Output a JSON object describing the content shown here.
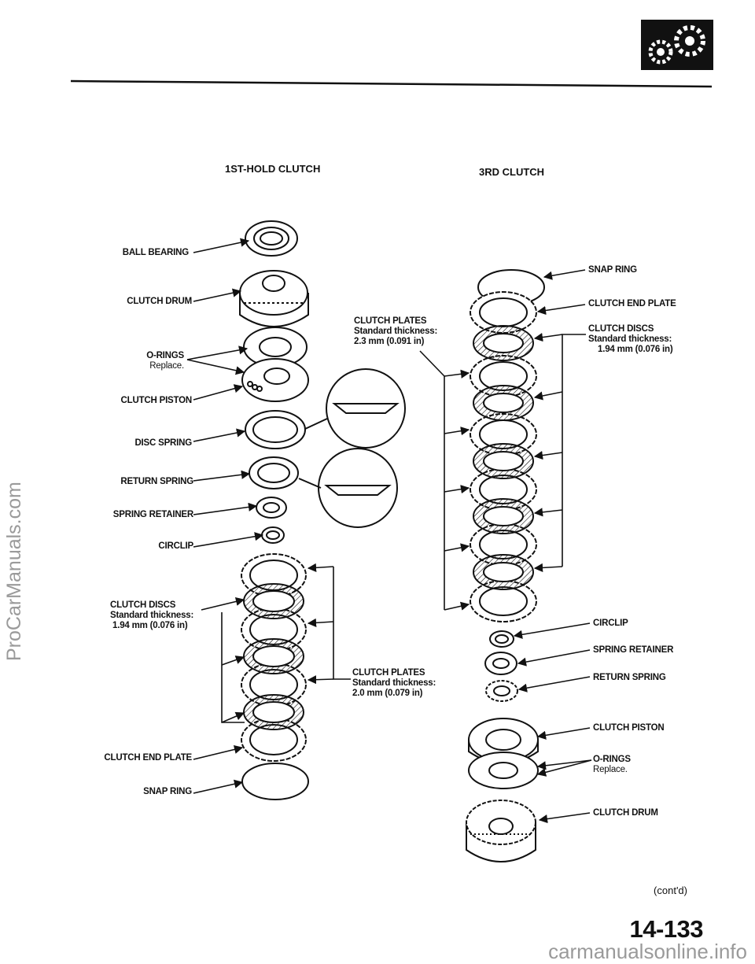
{
  "header": {
    "logo_icon": "gears-icon"
  },
  "sidebar_watermark": "ProCarManuals.com",
  "footer": {
    "watermark": "carmanualsonline.info",
    "contd": "(cont'd)",
    "page_number": "14-133"
  },
  "titles": {
    "first_hold": "1ST-HOLD CLUTCH",
    "third": "3RD  CLUTCH"
  },
  "left_labels": {
    "ball_bearing": "BALL  BEARING",
    "clutch_drum": "CLUTCH  DRUM",
    "o_rings": "O-RINGS",
    "o_rings_note": "Replace.",
    "clutch_piston": "CLUTCH  PISTON",
    "disc_spring": "DISC SPRING",
    "return_spring": "RETURN SPRING",
    "spring_retainer": "SPRING RETAINER",
    "circlip": "CIRCLIP",
    "clutch_discs": "CLUTCH DISCS",
    "clutch_discs_std": "Standard thickness:",
    "clutch_discs_val": "1.94 mm (0.076 in)",
    "clutch_end_plate": "CLUTCH END PLATE",
    "snap_ring": "SNAP  RING"
  },
  "center_labels": {
    "plates_top": "CLUTCH PLATES",
    "plates_top_std": "Standard thickness:",
    "plates_top_val": "2.3 mm (0.091 in)",
    "plates_bottom": "CLUTCH PLATES",
    "plates_bottom_std": "Standard thickness:",
    "plates_bottom_val": "2.0 mm (0.079 in)"
  },
  "right_labels": {
    "snap_ring": "SNAP RING",
    "clutch_end_plate": "CLUTCH END PLATE",
    "clutch_discs": "CLUTCH DISCS",
    "clutch_discs_std": "Standard thickness:",
    "clutch_discs_val": "1.94 mm (0.076 in)",
    "circlip": "CIRCLIP",
    "spring_retainer": "SPRING RETAINER",
    "return_spring": "RETURN SPRING",
    "clutch_piston": "CLUTCH PISTON",
    "o_rings": "O-RINGS",
    "o_rings_note": "Replace.",
    "clutch_drum": "CLUTCH DRUM"
  }
}
